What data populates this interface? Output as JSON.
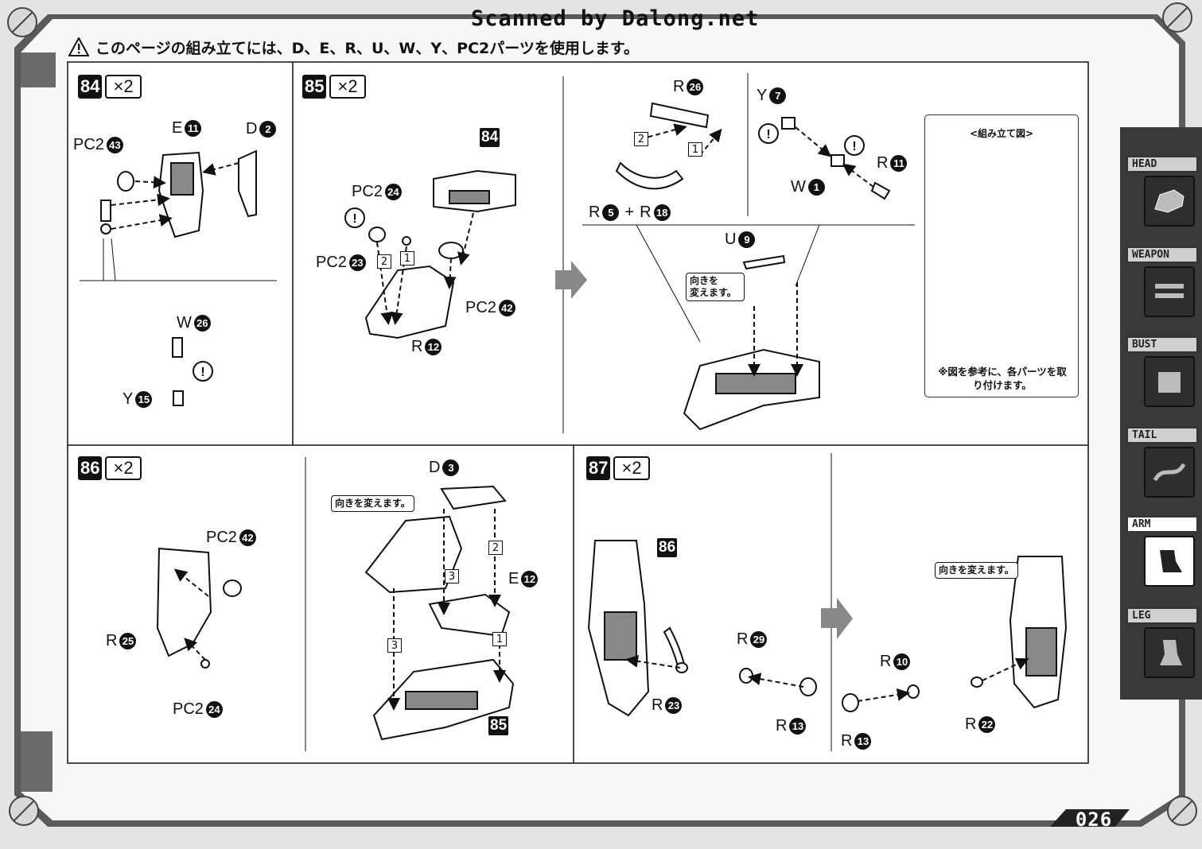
{
  "scan_credit": "Scanned by Dalong.net",
  "warning": "このページの組み立てには、D、E、R、U、W、Y、PC2パーツを使用します。",
  "page_number": "026",
  "steps": [
    {
      "num": "84",
      "mult": "×2"
    },
    {
      "num": "85",
      "mult": "×2"
    },
    {
      "num": "86",
      "mult": "×2"
    },
    {
      "num": "87",
      "mult": "×2"
    }
  ],
  "labels": {
    "s84_pc2": "PC2",
    "s84_pc2_n": "43",
    "s84_e": "E",
    "s84_e_n": "11",
    "s84_d": "D",
    "s84_d_n": "2",
    "s84_w": "W",
    "s84_w_n": "26",
    "s84_y": "Y",
    "s84_y_n": "15",
    "s85_pc2a": "PC2",
    "s85_pc2a_n": "24",
    "s85_pc2b": "PC2",
    "s85_pc2b_n": "23",
    "s85_pc2c": "PC2",
    "s85_pc2c_n": "42",
    "s85_r": "R",
    "s85_r_n": "12",
    "s85_tag": "84",
    "s85_ra": "R",
    "s85_ra_n": "26",
    "s85_r5": "R",
    "s85_r5_n": "5",
    "s85_plus": "+",
    "s85_r18": "R",
    "s85_r18_n": "18",
    "s85_y": "Y",
    "s85_y_n": "7",
    "s85_w": "W",
    "s85_w_n": "1",
    "s85_r11": "R",
    "s85_r11_n": "11",
    "s85_u": "U",
    "s85_u_n": "9",
    "s86_pc2a": "PC2",
    "s86_pc2a_n": "42",
    "s86_r": "R",
    "s86_r_n": "25",
    "s86_pc2b": "PC2",
    "s86_pc2b_n": "24",
    "s86_d": "D",
    "s86_d_n": "3",
    "s86_e": "E",
    "s86_e_n": "12",
    "s86_tag": "85",
    "s87_tag": "86",
    "s87_r29": "R",
    "s87_r29_n": "29",
    "s87_r23": "R",
    "s87_r23_n": "23",
    "s87_r13a": "R",
    "s87_r13a_n": "13",
    "s87_r10": "R",
    "s87_r10_n": "10",
    "s87_r22": "R",
    "s87_r22_n": "22",
    "s87_r13b": "R",
    "s87_r13b_n": "13"
  },
  "seq": {
    "one": "1",
    "two": "2",
    "three": "3"
  },
  "notes": {
    "turn": "向きを変えます。",
    "turn_split_a": "向きを",
    "turn_split_b": "変えます。"
  },
  "reference": {
    "title": "<組み立て図>",
    "note": "※図を参考に、各パーツを取り付けます。"
  },
  "tabs": [
    {
      "label": "HEAD",
      "icon": "head-icon"
    },
    {
      "label": "WEAPON",
      "icon": "weapon-icon"
    },
    {
      "label": "BUST",
      "icon": "bust-icon"
    },
    {
      "label": "TAIL",
      "icon": "tail-icon"
    },
    {
      "label": "ARM",
      "icon": "arm-icon",
      "active": true
    },
    {
      "label": "LEG",
      "icon": "leg-icon"
    }
  ],
  "colors": {
    "ink": "#111111",
    "paper": "#ffffff",
    "frame": "#4a4a4a",
    "background": "#e9e9e9"
  }
}
